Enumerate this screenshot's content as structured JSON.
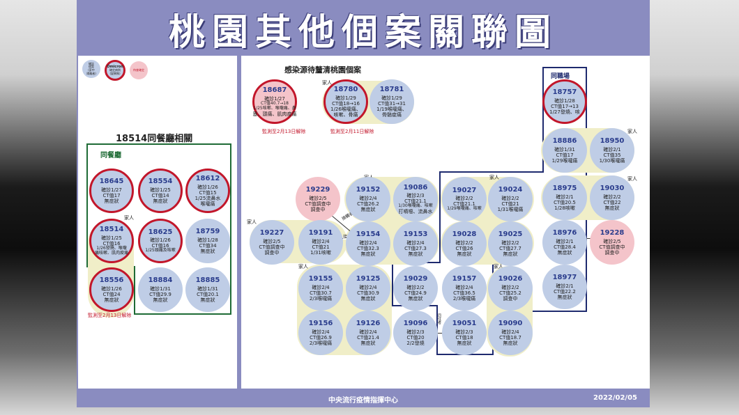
{
  "title": "桃園其他個案關聯圖",
  "legend": {
    "case": [
      "確診",
      "個案",
      "(家中",
      "隔離者)"
    ],
    "omicron": [
      "Omicron",
      "確定病例",
      "(變異株)"
    ],
    "under_investigation": "待查確定"
  },
  "left_section": {
    "heading": "18514同餐廳相關",
    "group_label": "同餐廳",
    "family_label": "家人",
    "monitor_note": "監測至2月13日解除",
    "cases": [
      {
        "id": "18645",
        "lines": [
          "確診1/27",
          "CT值17",
          "無症狀"
        ]
      },
      {
        "id": "18554",
        "lines": [
          "確診1/25",
          "CT值14",
          "無症狀"
        ]
      },
      {
        "id": "18612",
        "lines": [
          "確診1/26",
          "CT值15",
          "1/25流鼻水",
          "喉嚨痛"
        ]
      },
      {
        "id": "18514",
        "lines": [
          "確診1/25",
          "CT值16",
          "1/26發燒、喉嚨",
          "痛咳嗽、肌肉痠痛"
        ]
      },
      {
        "id": "18625",
        "lines": [
          "確診1/26",
          "CT值16",
          "1/25頭痛及咳嗽"
        ]
      },
      {
        "id": "18759",
        "lines": [
          "確診1/28",
          "CT值34",
          "無症狀"
        ]
      },
      {
        "id": "18556",
        "lines": [
          "確診1/26",
          "CT值24",
          "無症狀"
        ]
      },
      {
        "id": "18884",
        "lines": [
          "確診1/31",
          "CT值29.9",
          "無症狀"
        ]
      },
      {
        "id": "18885",
        "lines": [
          "確診1/31",
          "CT值20.1",
          "無症狀"
        ]
      }
    ]
  },
  "right_section": {
    "heading": "感染源待釐清桃園個案",
    "workplace_label": "同職場",
    "family_label": "家人",
    "note_18687": "監測至2月13日解除",
    "note_18780": "監測至2月11日解除",
    "edge_note_a": "接觸者",
    "edge_note_b": "接觸",
    "edge_note_c": "同住者",
    "cases": [
      {
        "id": "18687",
        "lines": [
          "確診1/27",
          "CT值40.7→18",
          "1/25咳嗽、喉嚨痛、鼻",
          "塞、頭痛、肌肉痠痛"
        ]
      },
      {
        "id": "18780",
        "lines": [
          "確診1/29",
          "CT值18→16",
          "1/26喉嚨痛、",
          "咳嗽、骨痛"
        ]
      },
      {
        "id": "18781",
        "lines": [
          "確診1/29",
          "CT值31→31",
          "1/19喉嚨痛、",
          "骨骼痠痛"
        ]
      },
      {
        "id": "18757",
        "lines": [
          "確診1/28",
          "CT值17→13",
          "1/27發燒、咳"
        ]
      },
      {
        "id": "18886",
        "lines": [
          "確診1/31",
          "CT值17",
          "1/29喉嚨痛"
        ]
      },
      {
        "id": "18950",
        "lines": [
          "確診2/1",
          "CT值35",
          "1/30喉嚨痛"
        ]
      },
      {
        "id": "18975",
        "lines": [
          "確診2/1",
          "CT值20.5",
          "1/28咳嗽"
        ]
      },
      {
        "id": "19030",
        "lines": [
          "確診2/2",
          "CT值22",
          "無症狀"
        ]
      },
      {
        "id": "18976",
        "lines": [
          "確診2/1",
          "CT值28.4",
          "無症狀"
        ]
      },
      {
        "id": "19228",
        "lines": [
          "確診2/5",
          "CT值調查中",
          "調查中"
        ]
      },
      {
        "id": "18977",
        "lines": [
          "確診2/1",
          "CT值22.2",
          "無症狀"
        ]
      },
      {
        "id": "19229",
        "lines": [
          "確診2/5",
          "CT值調查中",
          "調查中"
        ]
      },
      {
        "id": "19152",
        "lines": [
          "確診2/4",
          "CT值26.2",
          "無症狀"
        ]
      },
      {
        "id": "19086",
        "lines": [
          "確診2/3",
          "CT值21.1",
          "1/30喉嚨痛、咳嗽",
          "打噴嚏、流鼻水"
        ]
      },
      {
        "id": "19027",
        "lines": [
          "確診2/2",
          "CT值21.1",
          "1/29喉嚨痛、咳嗽"
        ]
      },
      {
        "id": "19024",
        "lines": [
          "確診2/2",
          "CT值21",
          "1/31喉嚨痛"
        ]
      },
      {
        "id": "19227",
        "lines": [
          "確診2/5",
          "CT值調查中",
          "調查中"
        ]
      },
      {
        "id": "19191",
        "lines": [
          "確診2/4",
          "CT值21",
          "1/31咳嗽"
        ]
      },
      {
        "id": "19154",
        "lines": [
          "確診2/4",
          "CT值32.3",
          "無症狀"
        ]
      },
      {
        "id": "19153",
        "lines": [
          "確診2/4",
          "CT值27.3",
          "無症狀"
        ]
      },
      {
        "id": "19028",
        "lines": [
          "確診2/2",
          "CT值26",
          "無症狀"
        ]
      },
      {
        "id": "19025",
        "lines": [
          "確診2/2",
          "CT值27.7",
          "無症狀"
        ]
      },
      {
        "id": "19155",
        "lines": [
          "確診2/4",
          "CT值30.7",
          "2/3喉嚨痛"
        ]
      },
      {
        "id": "19125",
        "lines": [
          "確診2/4",
          "CT值30.9",
          "無症狀"
        ]
      },
      {
        "id": "19029",
        "lines": [
          "確診2/2",
          "CT值24.9",
          "無症狀"
        ]
      },
      {
        "id": "19157",
        "lines": [
          "確診2/4",
          "CT值36.5",
          "2/3喉嚨痛"
        ]
      },
      {
        "id": "19026",
        "lines": [
          "確診2/2",
          "CT值25.2",
          "調查中"
        ]
      },
      {
        "id": "19156",
        "lines": [
          "確診2/4",
          "CT值26.9",
          "2/3喉嚨痛"
        ]
      },
      {
        "id": "19126",
        "lines": [
          "確診2/4",
          "CT值21.4",
          "無症狀"
        ]
      },
      {
        "id": "19096",
        "lines": [
          "確診2/3",
          "CT值20",
          "2/2發燒"
        ]
      },
      {
        "id": "19051",
        "lines": [
          "確診2/3",
          "CT值18",
          "無症狀"
        ]
      },
      {
        "id": "19090",
        "lines": [
          "確診2/4",
          "CT值18.7",
          "無症狀"
        ]
      }
    ]
  },
  "footer": {
    "org": "中央流行疫情指揮中心",
    "date": "2022/02/05"
  },
  "colors": {
    "frame": "#8a8cc0",
    "node_blue": "#bfcde6",
    "node_pink": "#f4c4ca",
    "omicron_ring": "#c2162a",
    "id_text": "#2a3c8c",
    "left_border": "#1e6b35",
    "right_border": "#1e2a6e",
    "cluster": "#f0eec8"
  }
}
